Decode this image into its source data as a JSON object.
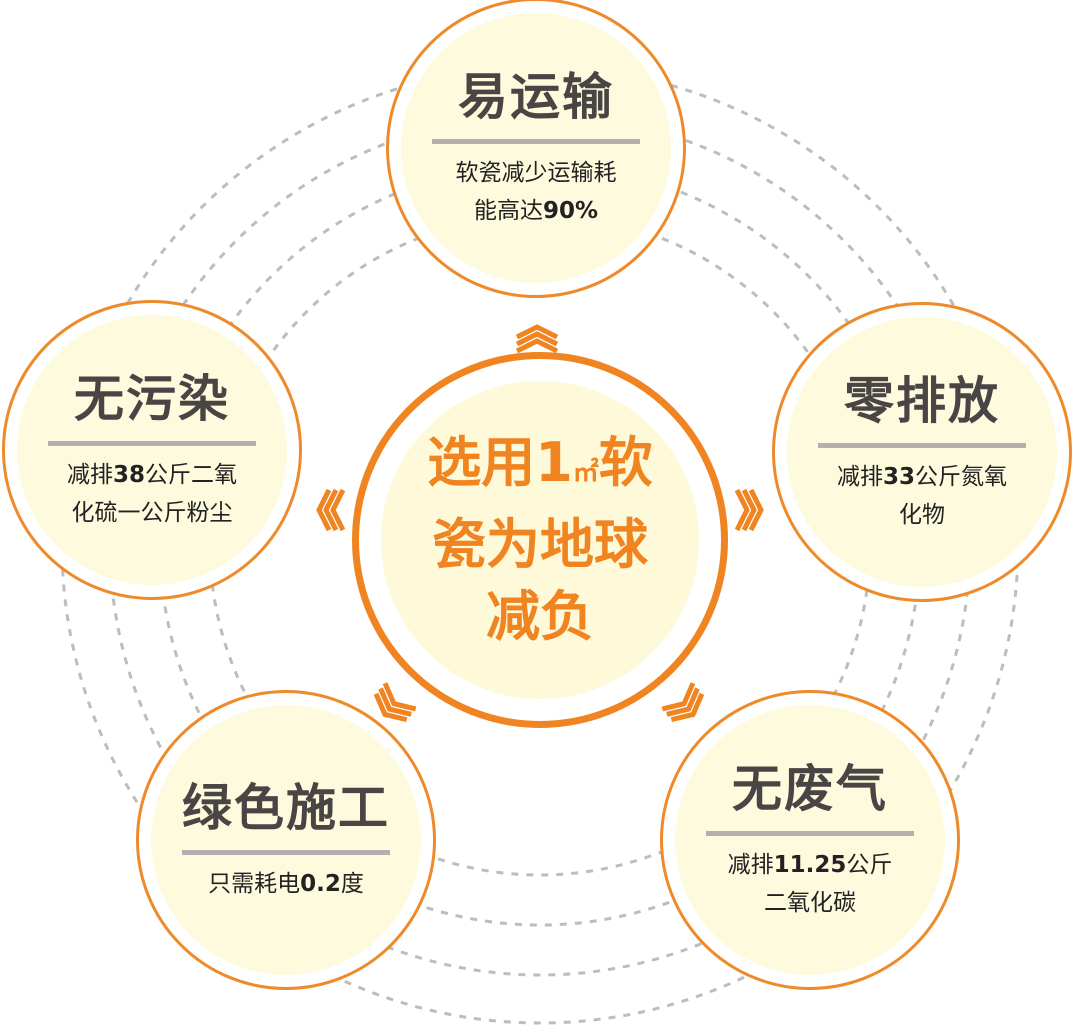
{
  "colors": {
    "accent": "#ef8420",
    "cream": "#fdf9d9",
    "title": "#4a4545",
    "rule": "#b3b0b2",
    "dash": "#bdbdbd"
  },
  "center": {
    "line1_a": "选用1",
    "line1_unit": "㎡",
    "line1_b": "软",
    "line2": "瓷为地球",
    "line3": "减负"
  },
  "items": [
    {
      "title": "易运输",
      "line1": "软瓷减少运输耗",
      "line2_a": "能高达",
      "line2_num": "90%"
    },
    {
      "title": "无污染",
      "line1_a": "减排",
      "line1_num": "38",
      "line1_b": "公斤二氧",
      "line2": "化硫一公斤粉尘"
    },
    {
      "title": "零排放",
      "line1_a": "减排",
      "line1_num": "33",
      "line1_b": "公斤氮氧",
      "line2": "化物"
    },
    {
      "title": "绿色施工",
      "line1_a": "只需耗电",
      "line1_num": "0.2",
      "line1_b": "度"
    },
    {
      "title": "无废气",
      "line1_a": "减排",
      "line1_num": "11.25",
      "line1_b": "公斤",
      "line2": "二氧化碳"
    }
  ]
}
